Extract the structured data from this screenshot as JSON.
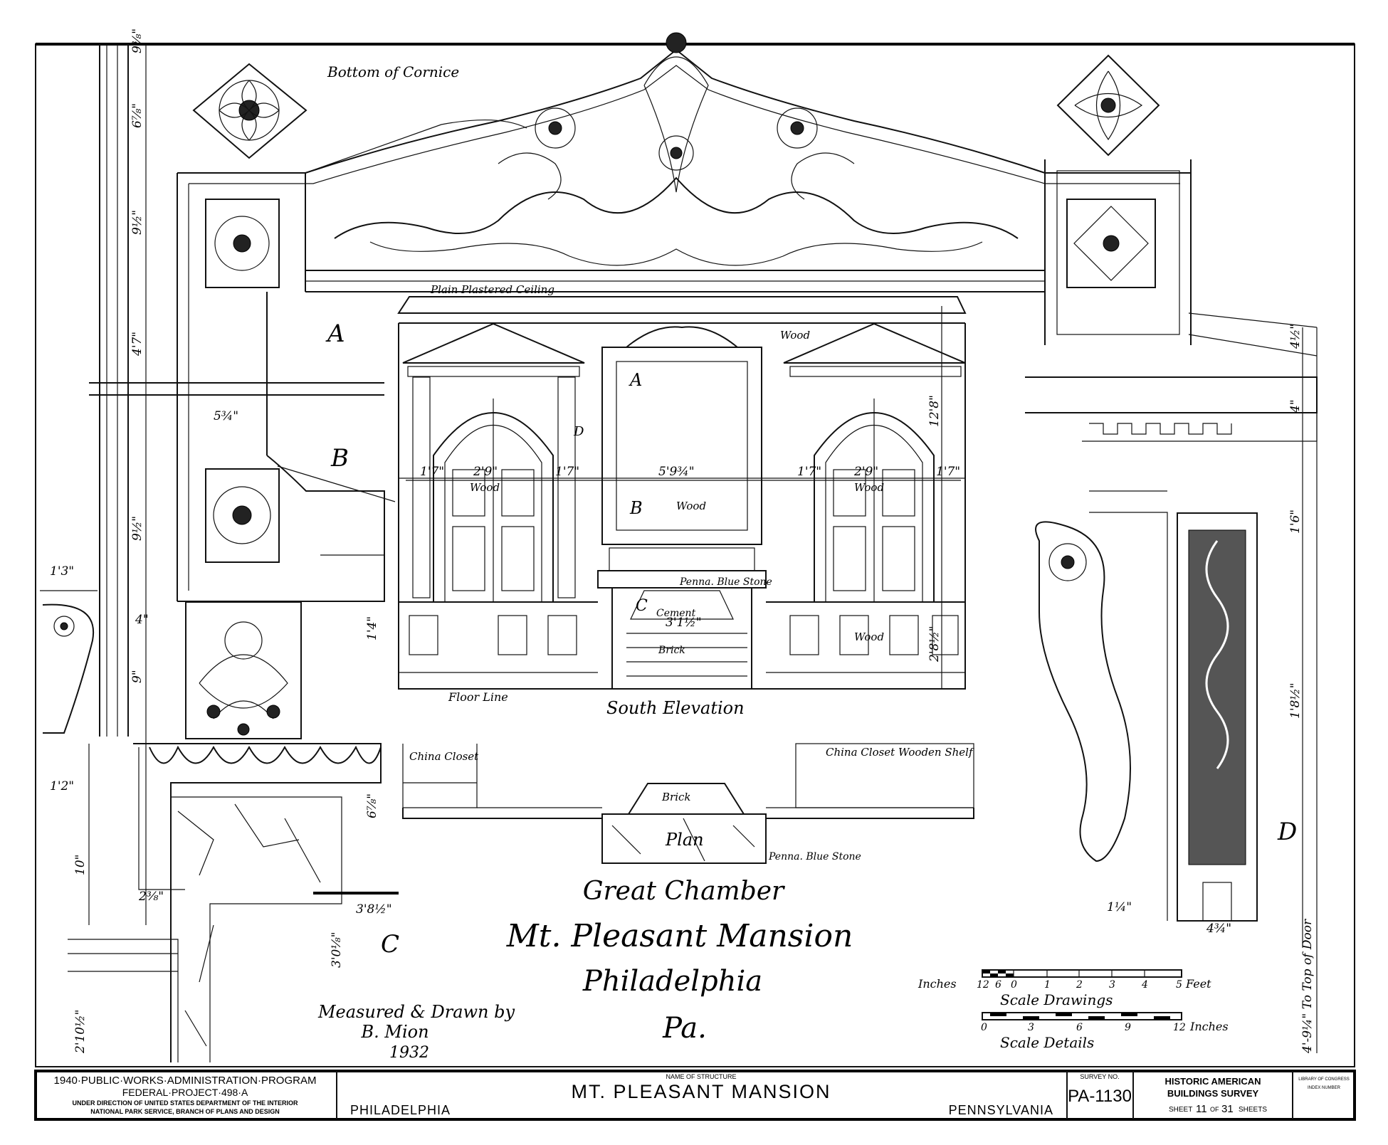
{
  "drawing": {
    "cornice_label": "Bottom of Cornice",
    "ceiling_label": "Plain Plastered Ceiling",
    "wood_label": "Wood",
    "stone_label": "Penna. Blue Stone",
    "cement_label": "Cement",
    "brick_label": "Brick",
    "floor_label": "Floor Line",
    "elevation_title": "South Elevation",
    "plan_title": "Plan",
    "china_closet_label": "China Closet",
    "china_closet_shelf_label": "China Closet Wooden Shelf",
    "detail_letters": [
      "A",
      "B",
      "C",
      "D"
    ],
    "door_top_label": "4'-9¼\" To Top of Door"
  },
  "dimensions": [
    "9⅜\"",
    "6⅞\"",
    "9½\"",
    "4'7\"",
    "5¾\"",
    "9½\"",
    "4\"",
    "9\"",
    "1'3\"",
    "1'2\"",
    "10\"",
    "2⅜\"",
    "2'10½\"",
    "3'8½\"",
    "3'0⅛\"",
    "6⅞\"",
    "1'4\"",
    "5'9¾\"",
    "2'9\"",
    "1'7\"",
    "12'8\"",
    "3'1½\"",
    "2'8½\"",
    "4½\"",
    "4\"",
    "1'6\"",
    "1'8½\"",
    "1¼\"",
    "4¾\""
  ],
  "title": {
    "line1": "Great Chamber",
    "line2": "Mt. Pleasant Mansion",
    "line3": "Philadelphia",
    "line4": "Pa."
  },
  "credit": {
    "line1": "Measured & Drawn by",
    "name": "B. Mion",
    "year": "1932"
  },
  "scales": {
    "drawings_left": "Inches",
    "drawings_ticks_inches": [
      "12",
      "6"
    ],
    "drawings_ticks_feet": [
      "0",
      "1",
      "2",
      "3",
      "4",
      "5"
    ],
    "drawings_unit": "Feet",
    "drawings_title": "Scale Drawings",
    "details_ticks": [
      "0",
      "3",
      "6",
      "9",
      "12"
    ],
    "details_unit": "Inches",
    "details_title": "Scale Details"
  },
  "title_block": {
    "program": "1940·PUBLIC·WORKS·ADMINISTRATION·PROGRAM",
    "federal_project": "FEDERAL·PROJECT·498·A",
    "direction_line1": "UNDER DIRECTION OF UNITED STATES DEPARTMENT OF THE INTERIOR",
    "direction_line2": "NATIONAL PARK SERVICE, BRANCH OF PLANS AND DESIGN",
    "name_label": "NAME OF STRUCTURE",
    "structure_name": "MT. PLEASANT MANSION",
    "city": "PHILADELPHIA",
    "state": "PENNSYLVANIA",
    "survey_label": "SURVEY NO.",
    "survey_no": "PA-1130",
    "habs_line1": "HISTORIC AMERICAN",
    "habs_line2": "BUILDINGS SURVEY",
    "sheet_label": "SHEET",
    "sheet_number": "11",
    "of_label": "OF",
    "total_sheets": "31",
    "sheets_label": "SHEETS",
    "loc_line1": "LIBRARY OF CONGRESS",
    "loc_line2": "INDEX NUMBER"
  }
}
